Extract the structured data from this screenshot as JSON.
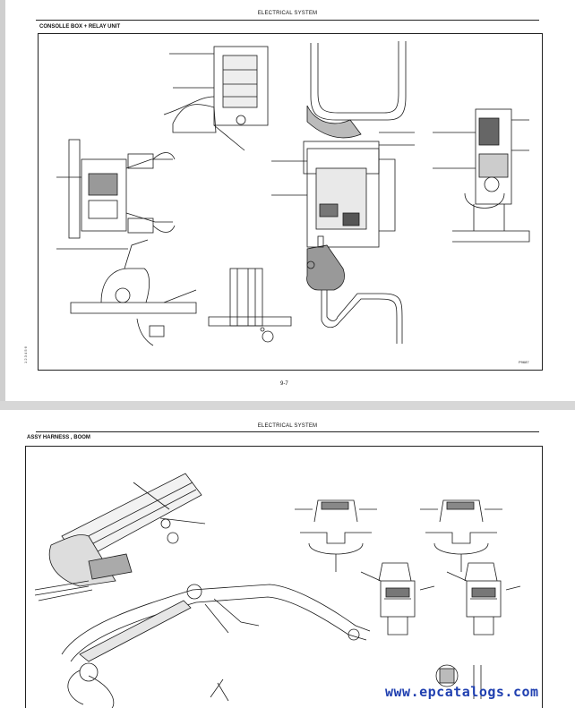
{
  "pages": [
    {
      "running_head": "ELECTRICAL SYSTEM",
      "section_title": "CONSOLLE BOX + RELAY UNIT",
      "page_number": "9-7",
      "side_code": "1 2 3 4 5 6",
      "ref_code": "P9687"
    },
    {
      "running_head": "ELECTRICAL SYSTEM",
      "section_title": "ASSY HARNESS , BOOM"
    }
  ],
  "watermark": "www.epcatalogs.com",
  "colors": {
    "page": "#ffffff",
    "background": "#d7d7d7",
    "ink": "#222222",
    "watermark": "#1f3fb0"
  }
}
